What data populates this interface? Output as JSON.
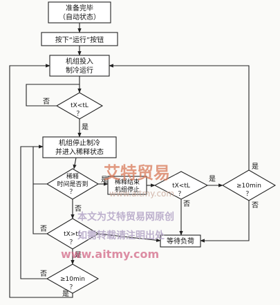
{
  "nodes": {
    "ready": {
      "line1": "准备完毕",
      "line2": "（自动状态）"
    },
    "press_run": {
      "label": "按下“运行”按钮"
    },
    "unit_start": {
      "line1": "机组投入",
      "line2": "制冷运行"
    },
    "cond_tx_tl": {
      "label": "tX<tL",
      "q": "？"
    },
    "unit_stop": {
      "line1": "机组停止制冷",
      "line2": "并进入稀释状态"
    },
    "dilution_time": {
      "line1": "稀释",
      "line2": "时间是否到",
      "q": "？"
    },
    "dilution_end": {
      "line1": "稀释结束",
      "line2": "机组停止"
    },
    "cond_tx_tl_right": {
      "label": "tX<tL",
      "q": "？"
    },
    "cond_10min_right": {
      "label": "≥10min",
      "q": "？"
    },
    "wait_load": {
      "label": "等待负荷"
    },
    "cond_tx_gt_tl": {
      "label": "tX>tL",
      "q": "？"
    },
    "cond_10min_bottom": {
      "label": "≥10min",
      "q": "？"
    }
  },
  "edge_labels": {
    "no": "否",
    "yes": "是"
  },
  "watermark": {
    "brand": "艾特贸易",
    "url1": "www.aitmy.com",
    "line1": "本文为艾特贸易网原创",
    "line2": "如需转载请注明出处",
    "url2": "www.aitmy.com"
  }
}
